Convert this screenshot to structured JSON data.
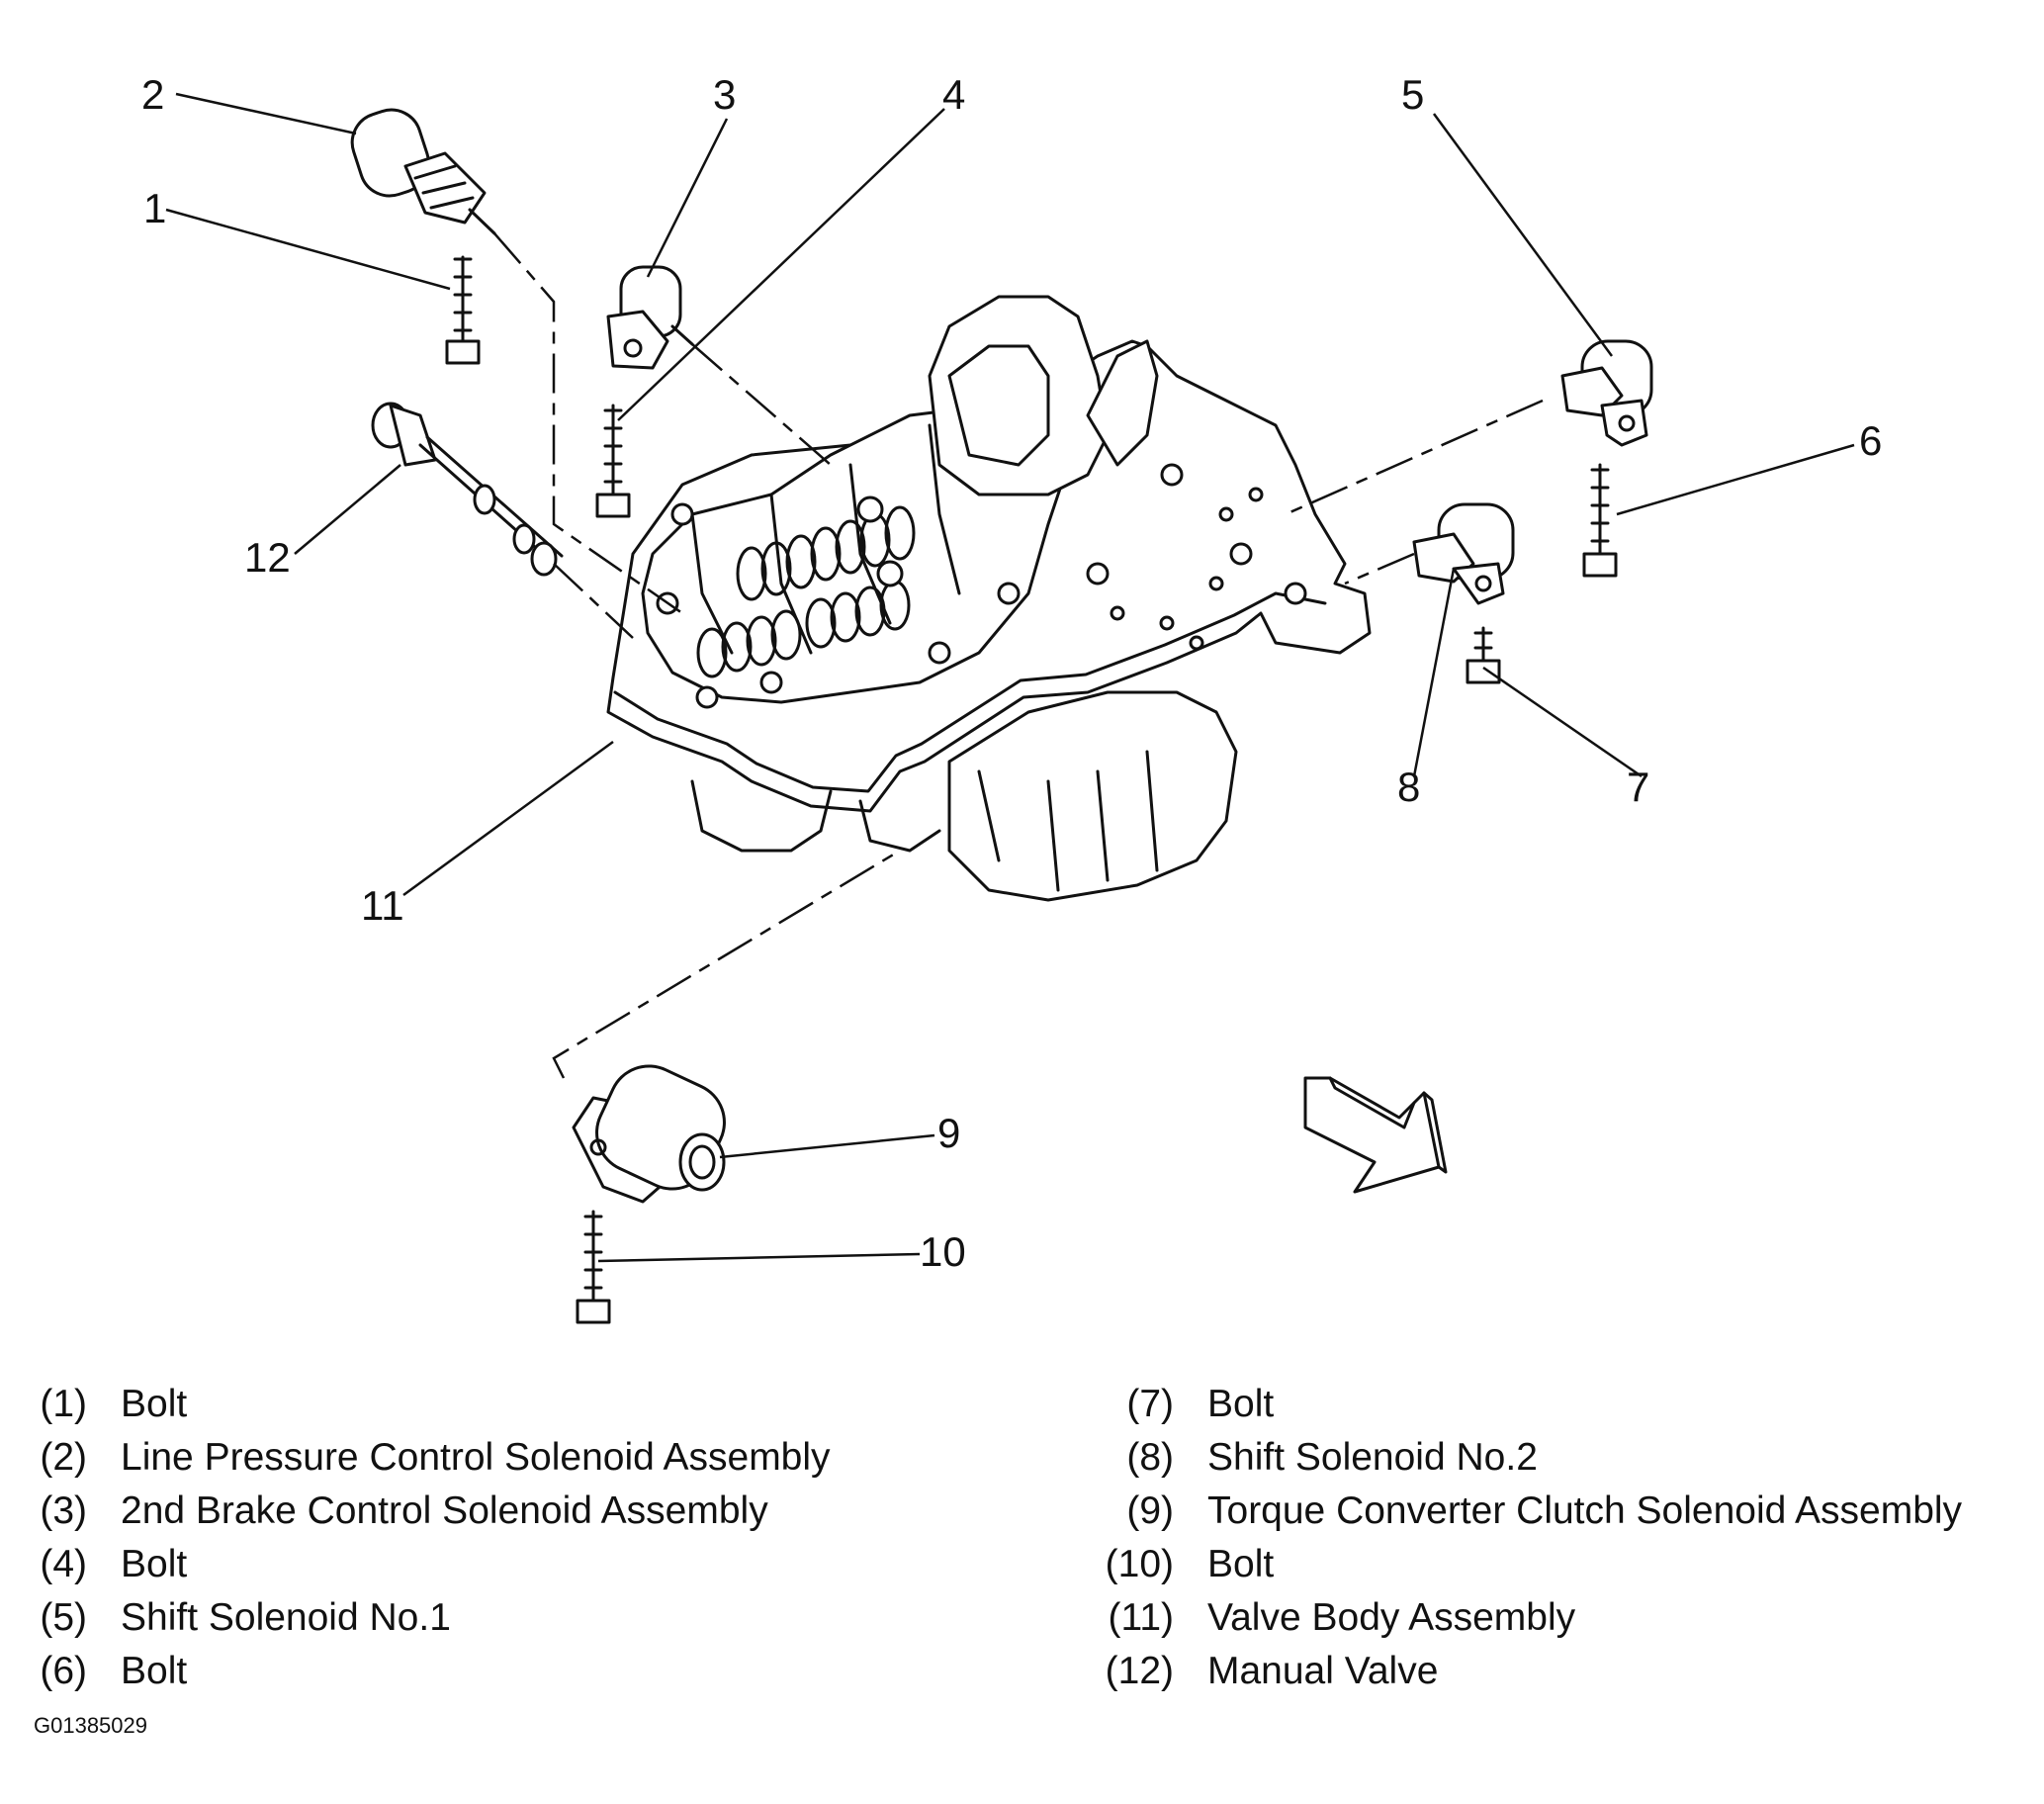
{
  "callouts": [
    "1",
    "2",
    "3",
    "4",
    "5",
    "6",
    "7",
    "8",
    "9",
    "10",
    "11",
    "12"
  ],
  "legend_left": [
    {
      "num": "(1)",
      "text": "Bolt"
    },
    {
      "num": "(2)",
      "text": "Line Pressure Control Solenoid Assembly"
    },
    {
      "num": "(3)",
      "text": "2nd Brake Control Solenoid Assembly"
    },
    {
      "num": "(4)",
      "text": "Bolt"
    },
    {
      "num": "(5)",
      "text": "Shift Solenoid No.1"
    },
    {
      "num": "(6)",
      "text": "Bolt"
    }
  ],
  "legend_right": [
    {
      "num": "(7)",
      "text": "Bolt"
    },
    {
      "num": "(8)",
      "text": "Shift Solenoid No.2"
    },
    {
      "num": "(9)",
      "text": "Torque Converter Clutch Solenoid Assembly"
    },
    {
      "num": "(10)",
      "text": "Bolt"
    },
    {
      "num": "(11)",
      "text": "Valve Body Assembly"
    },
    {
      "num": "(12)",
      "text": "Manual Valve"
    }
  ],
  "figure_id": "G01385029"
}
